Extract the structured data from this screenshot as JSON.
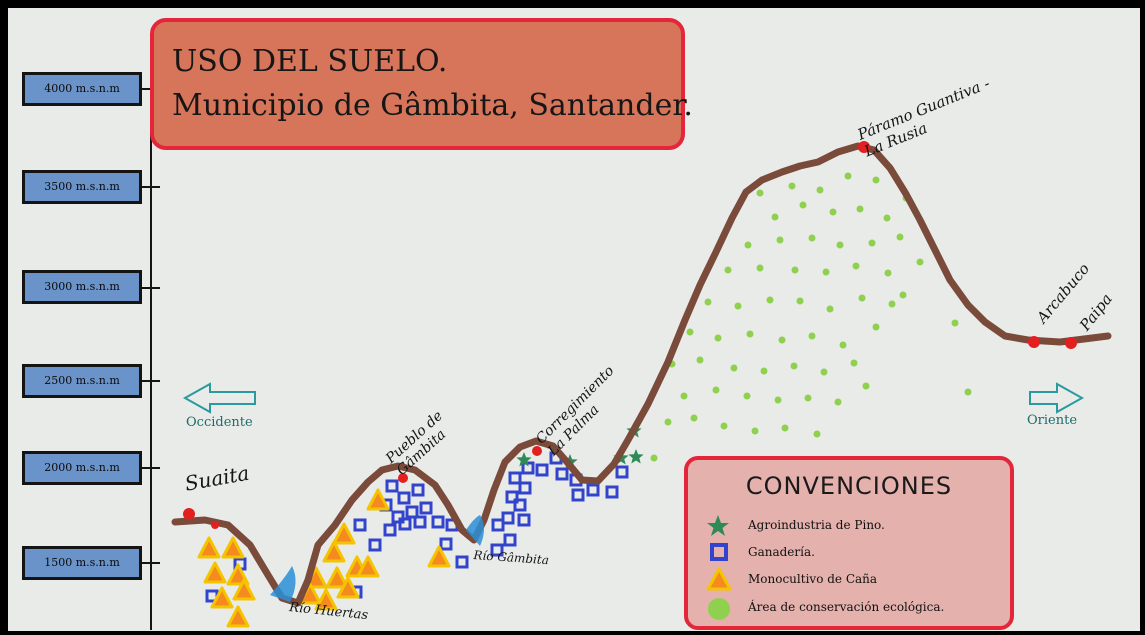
{
  "title": {
    "line1": "USO DEL SUELO.",
    "line2": "Municipio de Gâmbita, Santander."
  },
  "elevations": [
    "4000 m.s.n.m",
    "3500 m.s.n.m",
    "3000 m.s.n.m",
    "2500 m.s.n.m",
    "2000 m.s.n.m",
    "1500 m.s.n.m"
  ],
  "places": {
    "suaita": "Suaita",
    "pueblo": "Pueblo de Gâmbita",
    "corregimiento": "Corregimiento La Palma",
    "paramo": "Páramo Guantiva - La Rusia",
    "arcabuco": "Arcabuco",
    "paipa": "Paipa",
    "rio_huertas": "Río Huertas",
    "rio_gambita": "Río Gâmbita"
  },
  "directions": {
    "west": "Occidente",
    "east": "Oriente"
  },
  "legend": {
    "title": "CONVENCIONES",
    "items": [
      {
        "label": "Agroindustria de Pino.",
        "icon": "star-icon",
        "color": "#2e8b57"
      },
      {
        "label": "Ganadería.",
        "icon": "square-icon",
        "color": "#3344cc"
      },
      {
        "label": "Monocultivo de Caña",
        "icon": "triangle-icon",
        "color": "#f5c400"
      },
      {
        "label": "Área de conservación ecológica.",
        "icon": "circle-icon",
        "color": "#8fd14f"
      }
    ]
  },
  "colors": {
    "terrain": "#7a4a3a",
    "peak": "#e32020",
    "river": "#2a8fd6",
    "pine": "#2e8b57",
    "cattle": "#3344cc",
    "cane": "#f5c400",
    "conservation": "#8fd14f",
    "arrow": "#2a9aa0"
  }
}
